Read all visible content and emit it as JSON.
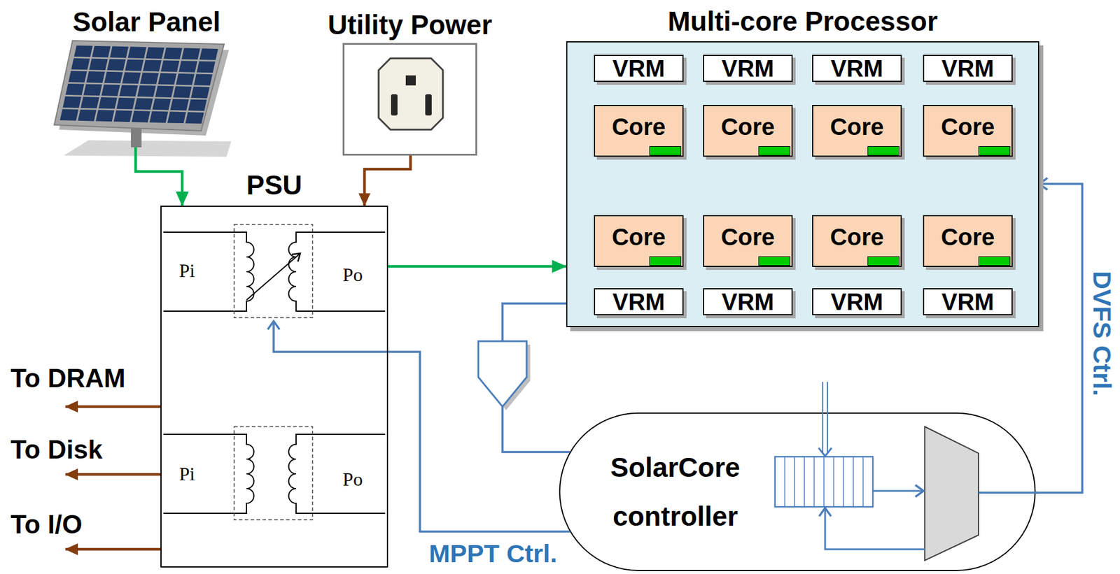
{
  "diagram": {
    "nodes": [
      {
        "text": [
          "Solar Panel"
        ]
      },
      {
        "text": [
          "Utility Power"
        ]
      },
      {
        "text": [
          "Multi-core Processor"
        ]
      },
      {
        "text": [
          "VRM"
        ],
        "in": 2
      },
      {
        "text": [
          "VRM"
        ],
        "in": 2
      },
      {
        "text": [
          "VRM"
        ],
        "in": 2
      },
      {
        "text": [
          "VRM"
        ],
        "in": 2
      },
      {
        "text": [
          "Core"
        ],
        "in": 2
      },
      {
        "text": [
          "Core"
        ],
        "in": 2
      },
      {
        "text": [
          "Core"
        ],
        "in": 2
      },
      {
        "text": [
          "Core"
        ],
        "in": 2
      },
      {
        "text": [
          "Core"
        ],
        "in": 2
      },
      {
        "text": [
          "Core"
        ],
        "in": 2
      },
      {
        "text": [
          "Core"
        ],
        "in": 2
      },
      {
        "text": [
          "Core"
        ],
        "in": 2
      },
      {
        "text": [
          "VRM"
        ],
        "in": 2
      },
      {
        "text": [
          "VRM"
        ],
        "in": 2
      },
      {
        "text": [
          "VRM"
        ],
        "in": 2
      },
      {
        "text": [
          "VRM"
        ],
        "in": 2
      },
      {
        "text": [
          "PSU"
        ]
      },
      {
        "text": [
          "SolarCore controller"
        ]
      }
    ],
    "edges": [
      {
        "from": 0,
        "to": 19,
        "arrow": "to"
      },
      {
        "from": 1,
        "to": 19,
        "arrow": "to"
      },
      {
        "from": 19,
        "to": 2,
        "arrow": "to"
      },
      {
        "from": 2,
        "to": 20,
        "arrow": "none"
      },
      {
        "from": 20,
        "to": 19,
        "arrow": "to",
        "label": "MPPT Ctrl."
      },
      {
        "from": 20,
        "to": 2,
        "arrow": "to",
        "label": "DVFS Ctrl."
      }
    ],
    "labels": [
      "To DRAM",
      "To Disk",
      "To I/O",
      "Pi",
      "Po",
      "Pi",
      "Po"
    ]
  }
}
